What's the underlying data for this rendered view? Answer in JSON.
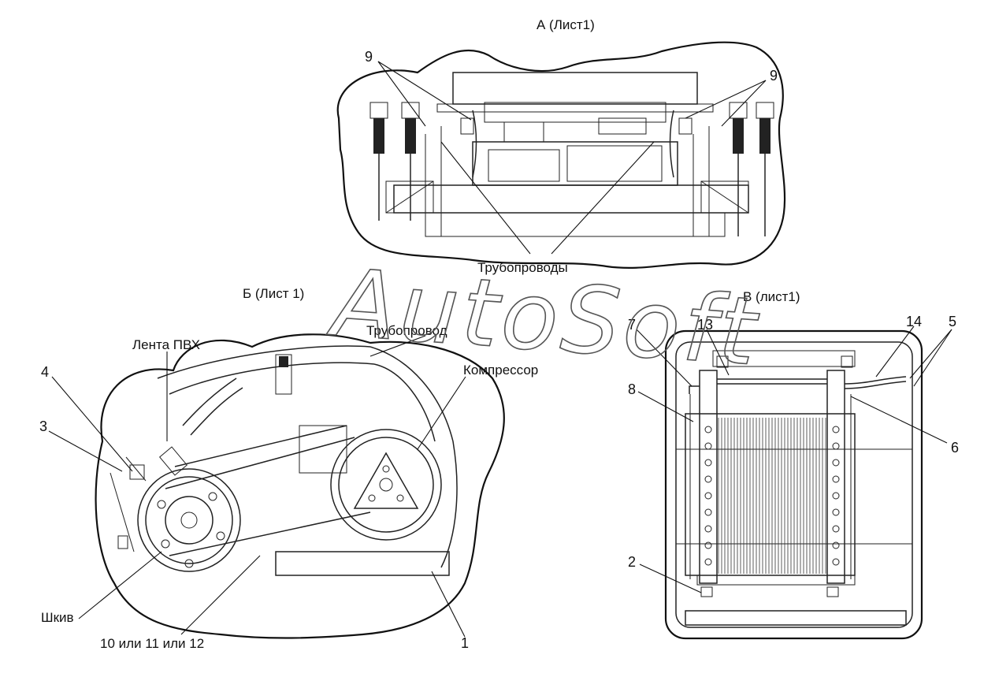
{
  "views": {
    "a": {
      "title": "А (Лист1)",
      "labels": [
        "9",
        "9",
        "Трубопроводы"
      ]
    },
    "b": {
      "title": "Б (Лист 1)",
      "labels": [
        "Трубопровод",
        "Лента ПВХ",
        "Компрессор",
        "4",
        "3",
        "Шкив",
        "10 или 11 или 12",
        "1"
      ]
    },
    "v": {
      "title": "В (лист1)",
      "labels": [
        "7",
        "13",
        "14",
        "5",
        "8",
        "6",
        "2"
      ]
    }
  },
  "watermark": "AutoSoft"
}
